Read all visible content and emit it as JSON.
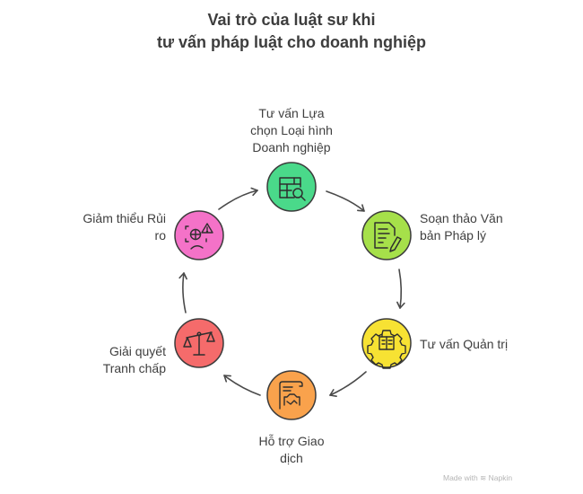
{
  "title": {
    "line1": "Vai trò của luật sư khi",
    "line2": "tư vấn pháp luật cho doanh nghiệp"
  },
  "nodes": [
    {
      "id": "business-type",
      "label_lines": [
        "Tư vấn Lựa",
        "chọn Loại hình",
        "Doanh nghiệp"
      ],
      "icon": "table-search-icon",
      "color": "#4ad98a"
    },
    {
      "id": "drafting",
      "label_lines": [
        "Soạn thảo Văn",
        "bản Pháp lý"
      ],
      "icon": "document-pen-icon",
      "color": "#a6e04a"
    },
    {
      "id": "governance",
      "label_lines": [
        "Tư vấn Quản trị"
      ],
      "icon": "gear-building-icon",
      "color": "#f7e233"
    },
    {
      "id": "transaction",
      "label_lines": [
        "Hỗ trợ Giao",
        "dịch"
      ],
      "icon": "scroll-handshake-icon",
      "color": "#f9a24c"
    },
    {
      "id": "dispute",
      "label_lines": [
        "Giải quyết",
        "Tranh chấp"
      ],
      "icon": "scales-icon",
      "color": "#f56b6b"
    },
    {
      "id": "risk",
      "label_lines": [
        "Giảm thiểu Rủi",
        "ro"
      ],
      "icon": "risk-warning-icon",
      "color": "#f472c8"
    }
  ],
  "footer": {
    "text": "Made with",
    "brand": "Napkin"
  }
}
